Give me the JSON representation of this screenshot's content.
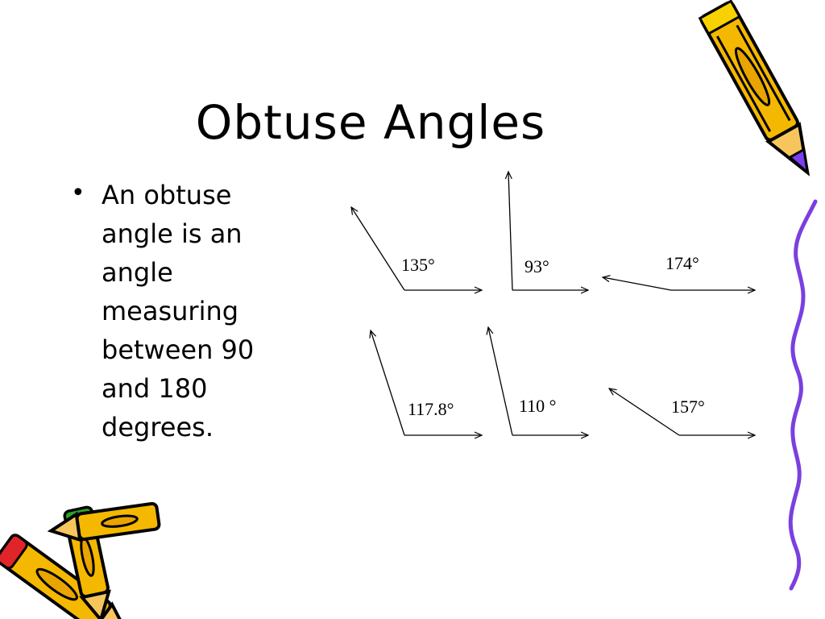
{
  "slide": {
    "title": "Obtuse Angles",
    "bullet": {
      "marker": "•",
      "text": "An obtuse\nangle is an\nangle\nmeasuring\nbetween 90\nand 180\ndegrees."
    }
  },
  "figure": {
    "angles": [
      {
        "label": "135°",
        "degrees": 135
      },
      {
        "label": "93°",
        "degrees": 93
      },
      {
        "label": "174°",
        "degrees": 174
      },
      {
        "label": "117.8°",
        "degrees": 117.8
      },
      {
        "label": "110 °",
        "degrees": 110
      },
      {
        "label": "157°",
        "degrees": 157
      }
    ]
  },
  "decorations": {
    "pencil_colors": {
      "body": "#f5b800",
      "outline": "#000000",
      "tip_purple": "#7a3ff2",
      "eraser_red": "#e0252a",
      "eraser_green": "#2aa52a"
    },
    "border_line_color": "#7b3fe0",
    "icons": [
      "pencil-icon",
      "crossed-pencils-icon"
    ]
  }
}
